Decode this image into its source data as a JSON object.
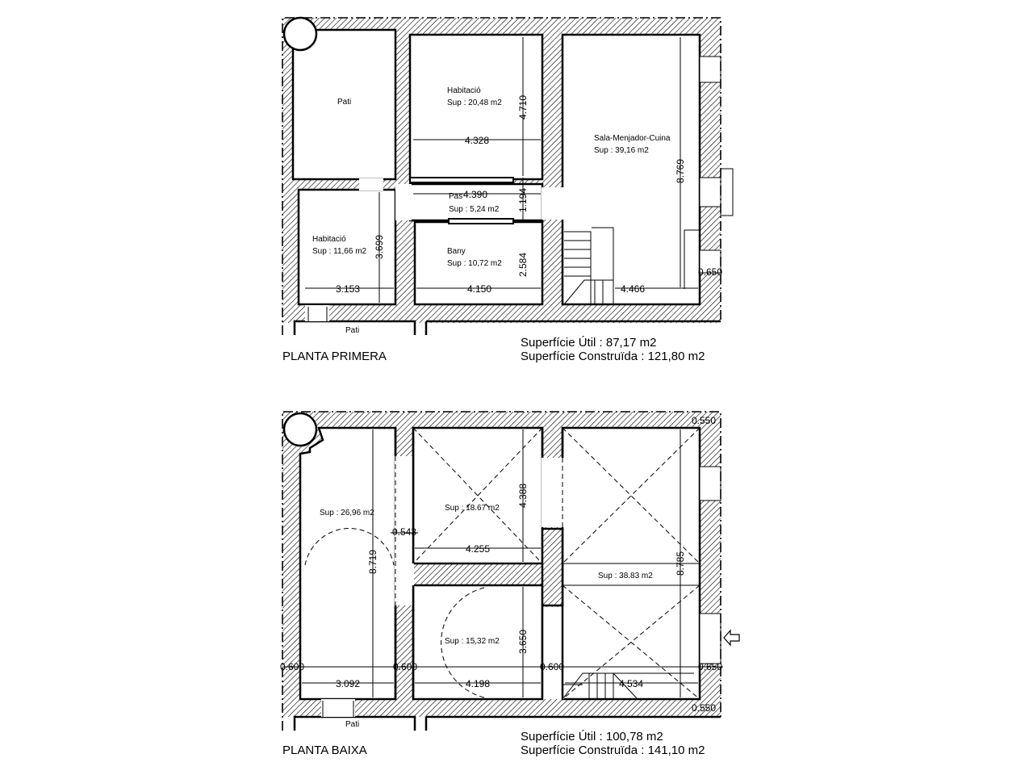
{
  "upper": {
    "title": "PLANTA PRIMERA",
    "useful_area": "Superfície Útil : 87,17 m2",
    "built_area": "Superfície Construïda : 121,80 m2",
    "rooms": {
      "pati_top": "Pati",
      "habitacio_1": {
        "name": "Habitació",
        "area": "Sup : 20,48 m2"
      },
      "sala": {
        "name": "Sala-Menjador-Cuina",
        "area": "Sup : 39,16 m2"
      },
      "pas": {
        "name": "Pas",
        "area": "Sup : 5,24 m2"
      },
      "habitacio_2": {
        "name": "Habitació",
        "area": "Sup : 11,66 m2"
      },
      "bany": {
        "name": "Bany",
        "area": "Sup : 10,72 m2"
      },
      "pati_bottom": "Pati"
    },
    "dims": {
      "d4710": "4.710",
      "d4328": "4.328",
      "d4390": "4.390",
      "d1194": "1.194",
      "d8769": "8.769",
      "d3699": "3.699",
      "d2584": "2.584",
      "d3153": "3.153",
      "d4150": "4.150",
      "d4466": "4.466",
      "d0650": "0.650"
    }
  },
  "lower": {
    "title": "PLANTA BAIXA",
    "useful_area": "Superfície Útil : 100,78 m2",
    "built_area": "Superfície Construïda : 141,10 m2",
    "rooms": {
      "r1": "Sup : 26,96 m2",
      "r2": "Sup : 18.67 m2",
      "r3": "Sup : 38.83 m2",
      "r4": "Sup : 15,32 m2",
      "pati_bottom": "Pati"
    },
    "dims": {
      "d0550_top": "0.550",
      "d4388": "4.388",
      "d0543": "0.543",
      "d8719": "8.719",
      "d4255": "4.255",
      "d8785": "8.785",
      "d3650": "3.650",
      "d0600_a": "0.600",
      "d0600_b": "0.600",
      "d0600_c": "0.600",
      "d0650": "0.650",
      "d3092": "3.092",
      "d4198": "4.198",
      "d4534": "4.534",
      "d0550_bottom": "0.550"
    }
  }
}
